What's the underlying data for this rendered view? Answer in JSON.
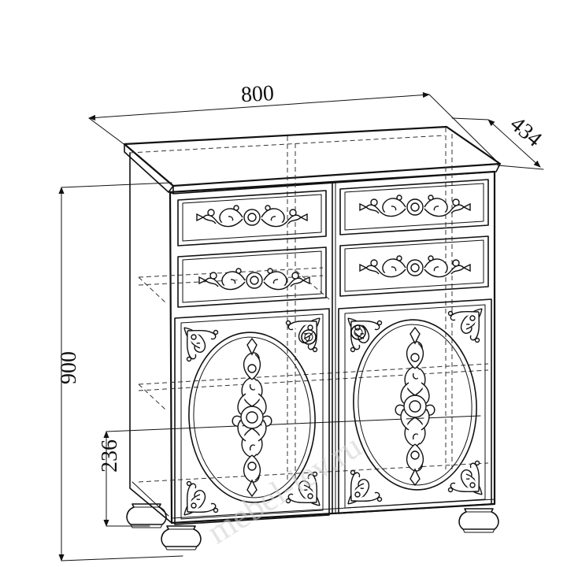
{
  "figure": {
    "dimensions": {
      "width": "800",
      "depth": "434",
      "height": "900",
      "plinth_to_shelf": "236"
    },
    "watermark": "mebel-lev.ru",
    "colors": {
      "ink": "#111111",
      "paper": "#ffffff",
      "hidden_lines": "#333333",
      "watermark": "#cfcfcf"
    }
  }
}
